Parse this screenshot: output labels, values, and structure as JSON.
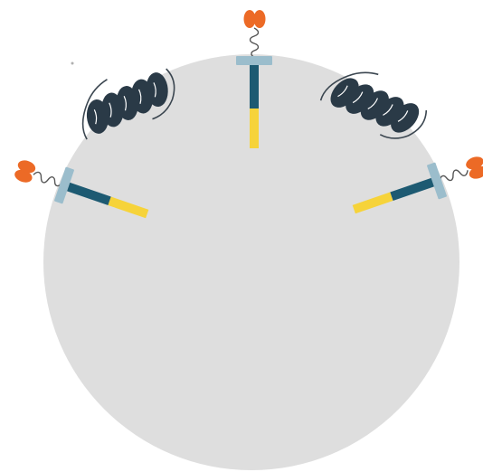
{
  "colors": {
    "background": "#ffffff",
    "cell_body": "#dedede",
    "membrane_anchor": "#9bbdcc",
    "stem_dark": "#1d5a72",
    "stem_yellow": "#f6d33a",
    "head_orange": "#ec6a26",
    "coil": "#2a3a47",
    "outline": "#3b4650",
    "linker": "#555555",
    "coil_highlight": "#ffffff"
  },
  "icons": {
    "cell": "sphere-shape",
    "receptor": "receptor-glyph",
    "coil_protein": "coil-protein-glyph"
  }
}
